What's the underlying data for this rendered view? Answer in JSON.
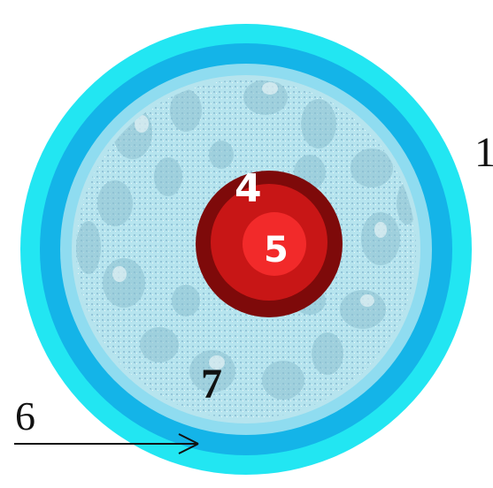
{
  "labels": {
    "outer_layer": "1",
    "core_outer": "4",
    "core_inner": "5",
    "arrow_label": "6",
    "inner_region": "7"
  },
  "colors": {
    "outer_ring": "#22e6f2",
    "middle_ring": "#14b4e8",
    "inner_fill": "#b6e4ee",
    "cell_fill": "#8cc0d0",
    "cell_dot": "#6a9fc0",
    "core_dark": "#7e0a0a",
    "core_mid": "#c81616",
    "core_bright": "#f22a2a",
    "text_dark": "#111111",
    "text_light": "#ffffff"
  },
  "icons": {
    "arrow": "right-arrow-icon"
  }
}
